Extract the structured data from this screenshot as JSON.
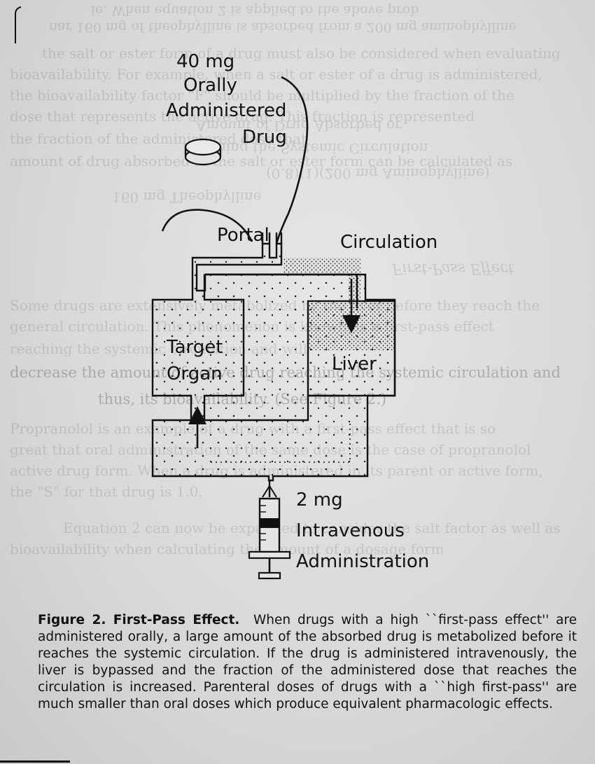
{
  "diagram": {
    "oral_dose": "40 mg",
    "oral_route": [
      "Orally",
      "Administered",
      "Drug"
    ],
    "portal": "Portal",
    "circulation": "Circulation",
    "target_organ": [
      "Target",
      "Organ"
    ],
    "liver": "Liver",
    "iv_dose": "2 mg",
    "iv_route": [
      "Intravenous",
      "Administration"
    ]
  },
  "caption": {
    "title": "Figure 2. First-Pass Effect.",
    "text": "When drugs with a high ``first-pass effect'' are administered orally, a large amount of the absorbed drug is metabolized before it reaches the systemic circulation. If the drug is administered intravenously, the liver is bypassed and the fraction of the administered dose that reaches the circulation is increased. Parenteral doses of drugs with a ``high first-pass'' are much smaller than oral doses which produce equivalent pharmacologic effects."
  },
  "bleed_through": [
    "ie. When equation 2 is applied to the above prob",
    "nar 160 mg of theophylline is absorbed from a 200 mg aminophylline",
    "the salt or ester form of a drug must also be considered when evaluating",
    "bioavailability. For example, when a salt or ester of a drug is administered,",
    "the bioavailability factor \"F\" should be multiplied by the fraction of the",
    "dose that represents the active drug. This fraction is represented",
    "the fraction of the administered dose that",
    "amount of drug absorbed in the salt or ester form can be calculated as",
    "Amount of Drug Absorbed or",
    "Reaching the Systemic Circulation",
    "(0.8)(1)(200 mg Aminophylline)",
    "160 mg Theophylline",
    "First-Pass Effect",
    "Some drugs are extensively metabolized by the liver before they reach the",
    "general circulation. This phenomenon is known as a first-pass effect",
    "reaching the systemic circulation and will",
    "decrease the amount of active drug reaching the systemic circulation and",
    "thus, its bioavailability. (See Figure 2.)",
    "Propranolol is an example of a drug with a first-pass effect that is so",
    "great that oral administration of the same dose is the case of propranolol",
    "active drug form. When a drug is administered in its parent or active form,",
    "the \"S\" for that drug is 1.0.",
    "Equation 2 can now be expanded to consider the salt factor as well as",
    "bioavailability when calculating the amount of a dosage form"
  ]
}
